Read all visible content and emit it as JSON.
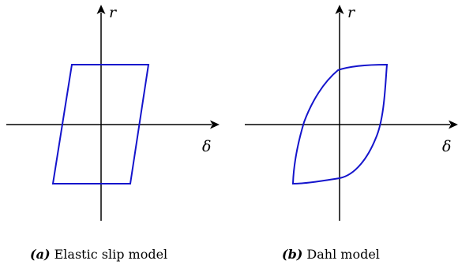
{
  "colors": {
    "curve": "#1414cc",
    "axes": "#000000"
  },
  "panels": [
    {
      "id": "a",
      "axis_labels": {
        "vertical": "r",
        "horizontal": "δ"
      },
      "caption": {
        "tag": "(a)",
        "text": " Elastic slip model"
      },
      "curve_shape": "parallelogram"
    },
    {
      "id": "b",
      "axis_labels": {
        "vertical": "r",
        "horizontal": "δ"
      },
      "caption": {
        "tag": "(b)",
        "text": " Dahl model"
      },
      "curve_shape": "hysteresis-loop"
    }
  ]
}
